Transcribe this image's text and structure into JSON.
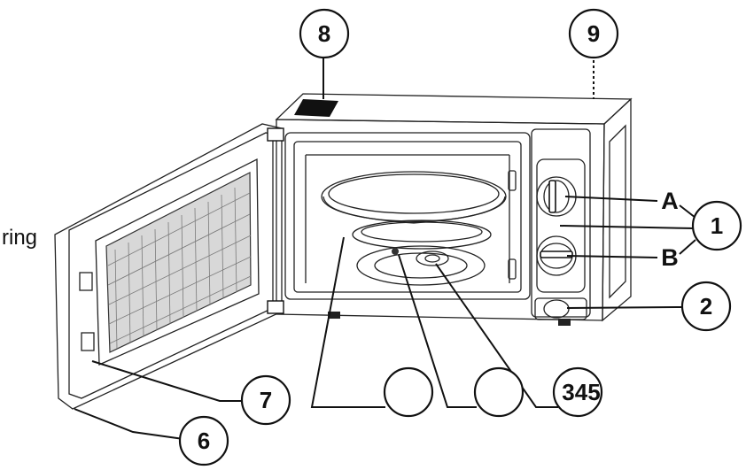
{
  "diagram": {
    "callouts": {
      "c1": "1",
      "c2": "2",
      "c345": "345",
      "c6": "6",
      "c7": "7",
      "c8": "8",
      "c9": "9",
      "blank_a": "",
      "blank_b": ""
    },
    "letters": {
      "a": "A",
      "b": "B"
    },
    "side_text": "ring"
  }
}
